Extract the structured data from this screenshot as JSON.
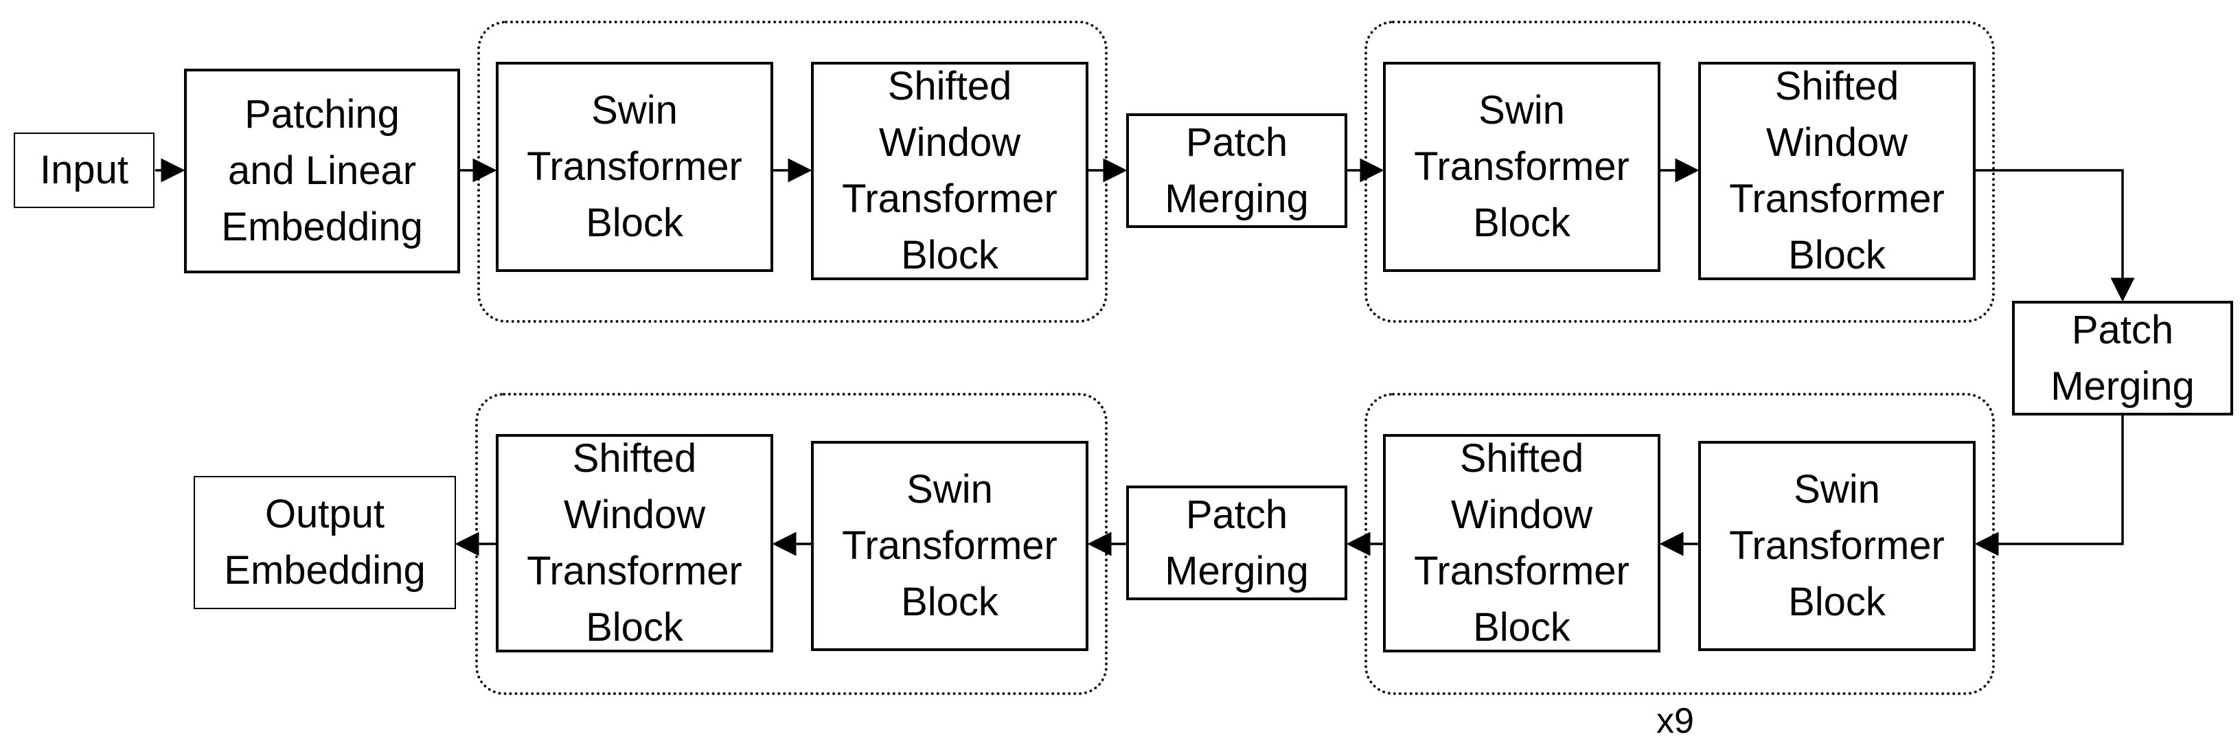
{
  "blocks": {
    "input": "Input",
    "patching": "Patching\nand Linear\nEmbedding",
    "r1_swin": "Swin\nTransformer\nBlock",
    "r1_shifted": "Shifted\nWindow\nTransformer\nBlock",
    "r1_merge": "Patch\nMerging",
    "r1b_swin": "Swin\nTransformer\nBlock",
    "r1b_shifted": "Shifted\nWindow\nTransformer\nBlock",
    "side_merge": "Patch\nMerging",
    "r2_swin_right": "Swin\nTransformer\nBlock",
    "r2_shifted_right": "Shifted\nWindow\nTransformer\nBlock",
    "r2_merge": "Patch\nMerging",
    "r2_swin_left": "Swin\nTransformer\nBlock",
    "r2_shifted_left": "Shifted\nWindow\nTransformer\nBlock",
    "output": "Output\nEmbedding"
  },
  "repeat_label": "x9"
}
